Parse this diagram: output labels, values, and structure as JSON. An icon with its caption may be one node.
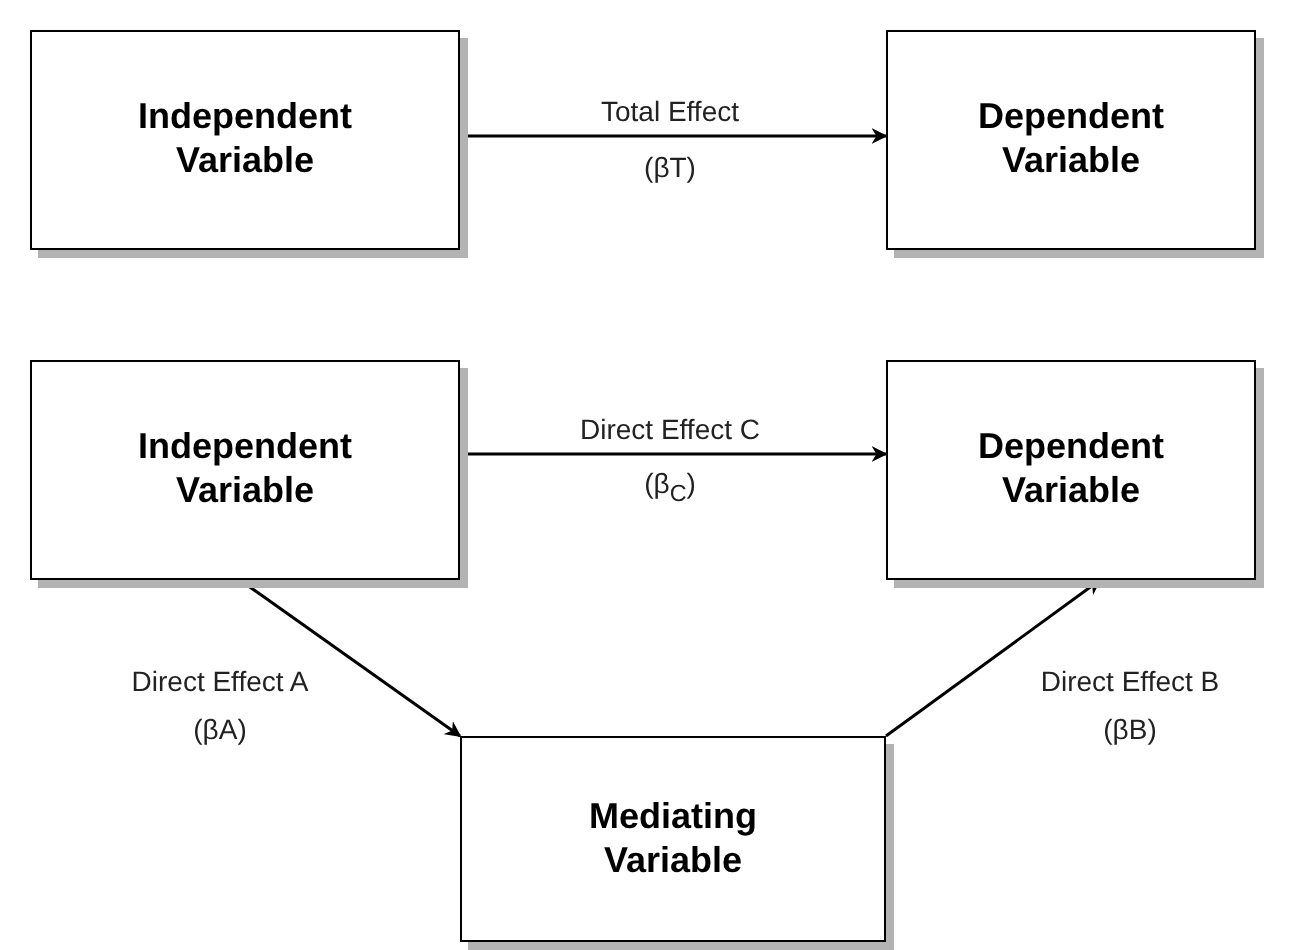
{
  "diagram": {
    "nodes": [
      {
        "text": [
          "Independent Variable"
        ]
      },
      {
        "text": [
          "Dependent Variable"
        ]
      },
      {
        "text": [
          "Independent Variable"
        ]
      },
      {
        "text": [
          "Dependent Variable"
        ]
      },
      {
        "text": [
          "Mediating Variable"
        ]
      }
    ],
    "edges": [
      {
        "from": 0,
        "to": 1,
        "arrow": "to",
        "label": "Total Effect"
      },
      {
        "from": 2,
        "to": 3,
        "arrow": "to",
        "label": "Direct Effect C"
      },
      {
        "from": 2,
        "to": 4,
        "arrow": "to",
        "label": "Direct Effect A"
      },
      {
        "from": 4,
        "to": 3,
        "arrow": "to",
        "label": "Direct Effect B"
      }
    ],
    "labels": [
      "(βT)",
      "(β$_{C}$)",
      "(βA)",
      "(βB)"
    ]
  }
}
